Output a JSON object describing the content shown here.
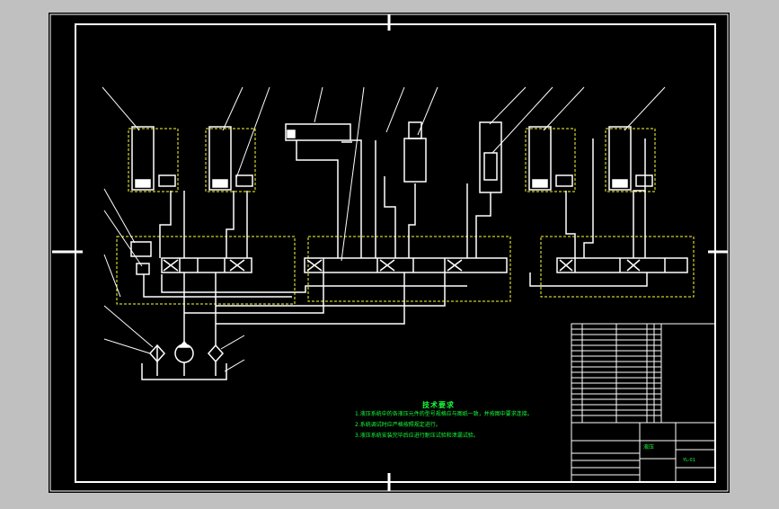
{
  "tech": {
    "title": "技术要求",
    "lines": [
      "1.液压系统中的各液压元件的型号规格应与图纸一致，并按图中要求连接。",
      "2.系统调试时应严格按照规定进行。",
      "3.液压系统安装完毕后应进行耐压试验和泄漏试验。"
    ]
  },
  "title_block": {
    "drawing_name": "液压",
    "drawing_no": "YL-01"
  },
  "colors": {
    "background": "#000000",
    "frame": "#ffffff",
    "dashed": "#ffff33",
    "text": "#19ff3c",
    "chrome": "#c0c0c0"
  }
}
